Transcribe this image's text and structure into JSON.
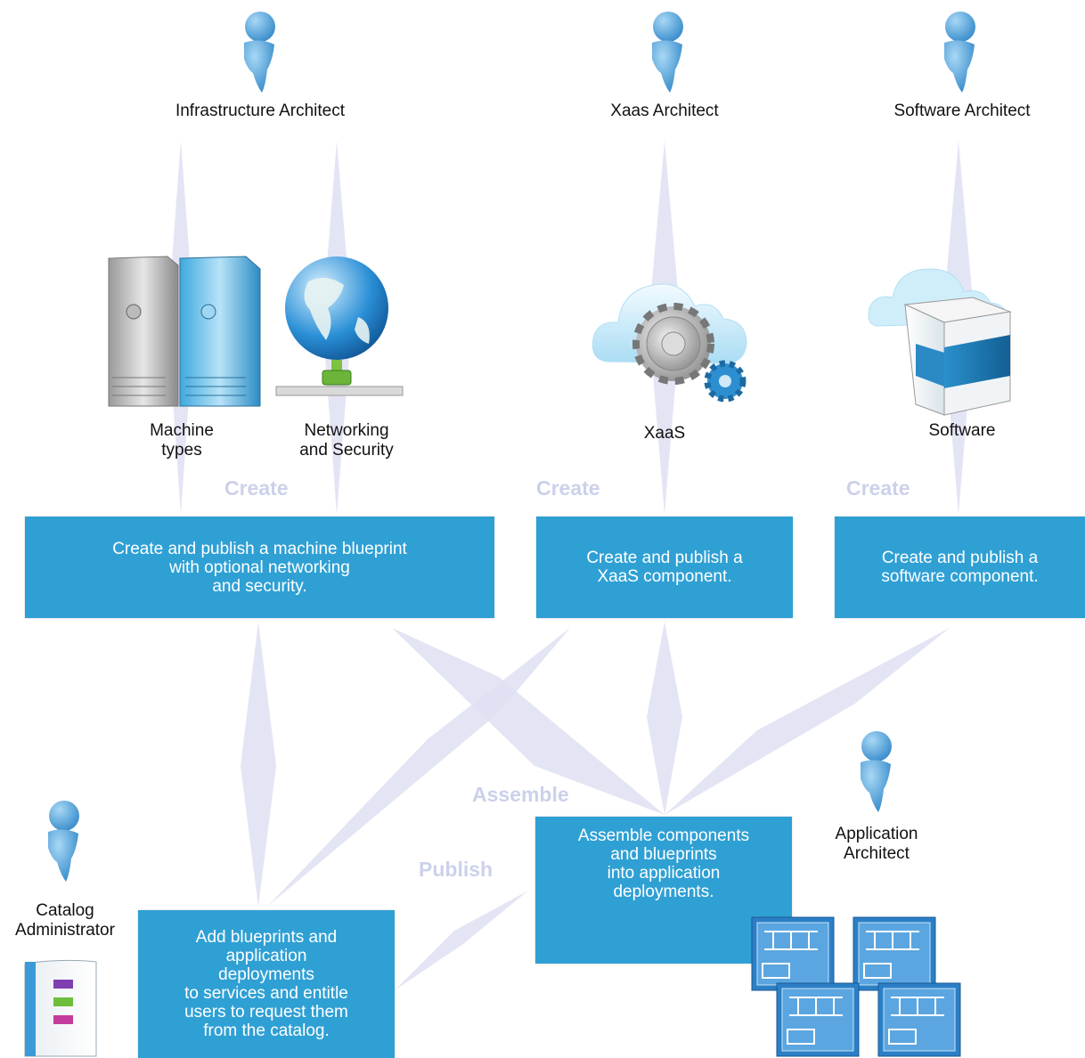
{
  "roles": {
    "infrastructure": "Infrastructure Architect",
    "xaas": "Xaas Architect",
    "software": "Software Architect",
    "application": "Application\nArchitect",
    "catalog": "Catalog\nAdministrator"
  },
  "components": {
    "machine_types": "Machine\ntypes",
    "networking": "Networking\nand Security",
    "xaas": "XaaS",
    "software": "Software"
  },
  "actions": {
    "create": "Create",
    "assemble": "Assemble",
    "publish": "Publish"
  },
  "boxes": {
    "machine_blueprint": "Create and publish a machine blueprint\nwith optional networking\nand security.",
    "xaas_component": "Create and publish a\nXaaS component.",
    "software_component": "Create and publish a\nsoftware component.",
    "assemble": "Assemble components\nand blueprints\ninto application\ndeployments.",
    "catalog": "Add blueprints and\napplication\ndeployments\nto services and entitle\nusers to request them\nfrom the catalog."
  },
  "colors": {
    "box": "#2fa0d4",
    "connector": "#dfe1f2",
    "action_text": "#ccd1ea",
    "person": "#3f9ad8"
  },
  "icons": [
    "person-icon",
    "server-icon",
    "globe-network-icon",
    "cloud-gear-icon",
    "cloud-software-box-icon",
    "catalog-book-icon",
    "blueprint-document-icon"
  ]
}
